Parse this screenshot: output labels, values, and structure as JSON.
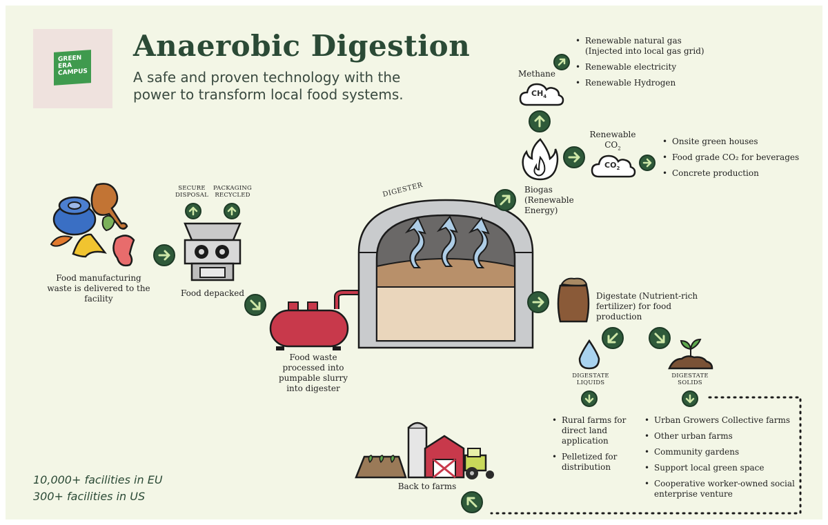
{
  "header": {
    "title": "Anaerobic Digestion",
    "subtitle": "A safe and proven technology with the power to transform local food systems.",
    "logo_lines": [
      "GREEN",
      "ERA",
      "CAMPUS"
    ]
  },
  "stats": [
    "10,000+ facilities in EU",
    "300+ facilities in US"
  ],
  "labels": {
    "food_waste": "Food manufacturing waste is delivered to the facility",
    "secure_disposal": "SECURE DISPOSAL",
    "packaging_recycled": "PACKAGING RECYCLED",
    "food_depacked": "Food depacked",
    "slurry": "Food waste processed into pumpable slurry into digester",
    "digester": "DIGESTER",
    "biogas": "Biogas (Renewable Energy)",
    "methane": "Methane",
    "ch4": "CH",
    "ch4_sub": "4",
    "renewable_co2": "Renewable",
    "co2_cloud": "CO",
    "co2_sub": "2",
    "digestate": "Digestate (Nutrient-rich fertilizer) for food production",
    "digestate_liquids": "DIGESTATE LIQUIDS",
    "digestate_solids": "DIGESTATE SOLIDS",
    "back_to_farms": "Back to farms"
  },
  "methane_uses": [
    "Renewable natural gas (Injected into local gas grid)",
    "Renewable electricity",
    "Renewable Hydrogen"
  ],
  "co2_uses": [
    "Onsite green houses",
    "Food grade CO₂ for beverages",
    "Concrete production"
  ],
  "liquid_uses": [
    "Rural farms for direct land application",
    "Pelletized for distribution"
  ],
  "solid_uses": [
    "Urban Growers Collective farms",
    "Other urban farms",
    "Community gardens",
    "Support local green space",
    "Cooperative worker-owned social enterprise venture"
  ],
  "colors": {
    "background": "#f3f6e6",
    "arrow": "#2f5a3a",
    "title": "#2b4a36",
    "tank": "#c8394b",
    "logo": "#3f9a4e"
  }
}
